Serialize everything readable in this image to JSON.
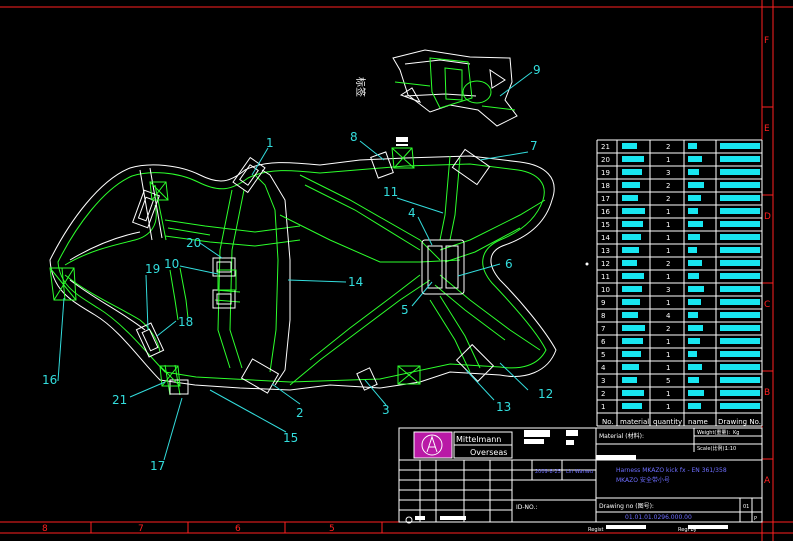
{
  "colors": {
    "background": "#000000",
    "frame": "#ff2020",
    "outline": "#ffffff",
    "harness": "#2cff2c",
    "callout": "#33dddd",
    "table_text": "#ffffff",
    "table_fill": "#18e6f0",
    "logo_fill": "#b91aa6",
    "info_text": "#6e6eff",
    "ticks": "#ff2020"
  },
  "callouts": [
    {
      "id": "c1",
      "text": "1"
    },
    {
      "id": "c2",
      "text": "2"
    },
    {
      "id": "c3",
      "text": "3"
    },
    {
      "id": "c4",
      "text": "4"
    },
    {
      "id": "c5",
      "text": "5"
    },
    {
      "id": "c6",
      "text": "6"
    },
    {
      "id": "c7",
      "text": "7"
    },
    {
      "id": "c8",
      "text": "8"
    },
    {
      "id": "c9",
      "text": "9"
    },
    {
      "id": "c10",
      "text": "10"
    },
    {
      "id": "c11",
      "text": "11"
    },
    {
      "id": "c12",
      "text": "12"
    },
    {
      "id": "c13",
      "text": "13"
    },
    {
      "id": "c14",
      "text": "14"
    },
    {
      "id": "c15",
      "text": "15"
    },
    {
      "id": "c16",
      "text": "16"
    },
    {
      "id": "c17",
      "text": "17"
    },
    {
      "id": "c18",
      "text": "18"
    },
    {
      "id": "c19",
      "text": "19"
    },
    {
      "id": "c20",
      "text": "20"
    },
    {
      "id": "c21",
      "text": "21"
    }
  ],
  "detail_label": "标签",
  "frame_letters": [
    "F",
    "E",
    "D",
    "C",
    "B",
    "A"
  ],
  "frame_numbers": [
    "8",
    "7",
    "6",
    "5"
  ],
  "bom": {
    "row_numbers": [
      "21",
      "20",
      "19",
      "18",
      "17",
      "16",
      "15",
      "14",
      "13",
      "12",
      "11",
      "10",
      "9",
      "8",
      "7",
      "6",
      "5",
      "4",
      "3",
      "2",
      "1"
    ],
    "quantities": [
      "2",
      "1",
      "3",
      "2",
      "2",
      "1",
      "1",
      "1",
      "1",
      "2",
      "1",
      "3",
      "1",
      "4",
      "2",
      "1",
      "1",
      "1",
      "5",
      "1",
      "1"
    ],
    "header": {
      "no": "No.",
      "material": "material",
      "quantity": "quantity",
      "name": "name",
      "drawing": "Drawing No."
    }
  },
  "title_block": {
    "company_line1": "Mittelmann",
    "company_line2": "Overseas",
    "material_label": "Material (材料):",
    "weight_label": "Weight(重量):",
    "weight_unit": "Kg",
    "scale_label": "Scale(比例):",
    "scale_value": "1:10",
    "date": "2009-8-25",
    "drafter": "Lin Wanwu",
    "product_line1": "Harness MKAZO kick fx - EN 361/358",
    "product_line2": "MKAZO 安全带小号",
    "id_no_label": "ID-NO.:",
    "drawing_no_label": "Drawing no (图号):",
    "drawing_no": "01.01.01.0296.000.00",
    "sheet": "01",
    "page_letter": "P",
    "regist_label": "Regist",
    "regby_label": "Regi by"
  }
}
